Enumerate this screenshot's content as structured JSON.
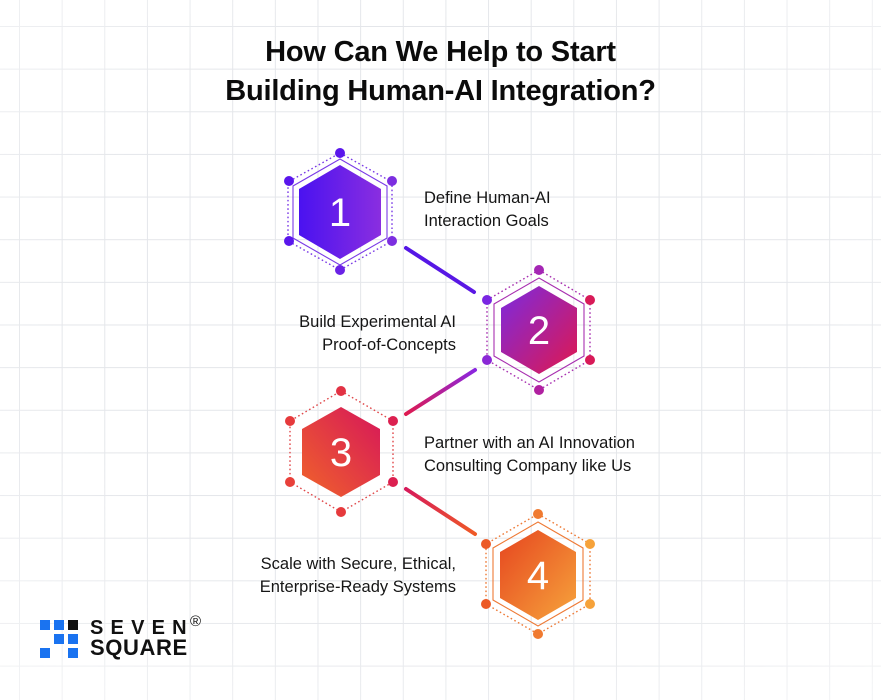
{
  "title": {
    "line1": "How Can We Help to Start",
    "line2": "Building Human-AI Integration?"
  },
  "steps": [
    {
      "number": "1",
      "line1": "Define Human-AI",
      "line2": "Interaction Goals",
      "colors": {
        "start": "#4a12f0",
        "end": "#8a2ee0"
      },
      "text_side": "right"
    },
    {
      "number": "2",
      "line1": "Build Experimental AI",
      "line2": "Proof-of-Concepts",
      "colors": {
        "start": "#7b2ae0",
        "end": "#e0184e"
      },
      "text_side": "left"
    },
    {
      "number": "3",
      "line1": "Partner with an AI Innovation",
      "line2": "Consulting Company like Us",
      "colors": {
        "start": "#f0632a",
        "end": "#d6165a"
      },
      "text_side": "right"
    },
    {
      "number": "4",
      "line1": "Scale with Secure, Ethical,",
      "line2": "Enterprise-Ready Systems",
      "colors": {
        "start": "#ea4e28",
        "end": "#f6a23a"
      },
      "text_side": "left"
    }
  ],
  "logo": {
    "word1": "SEVEN",
    "word2": "SQUARE",
    "registered": "®",
    "colors": {
      "blue": "#1a73f0",
      "black": "#111111"
    }
  }
}
